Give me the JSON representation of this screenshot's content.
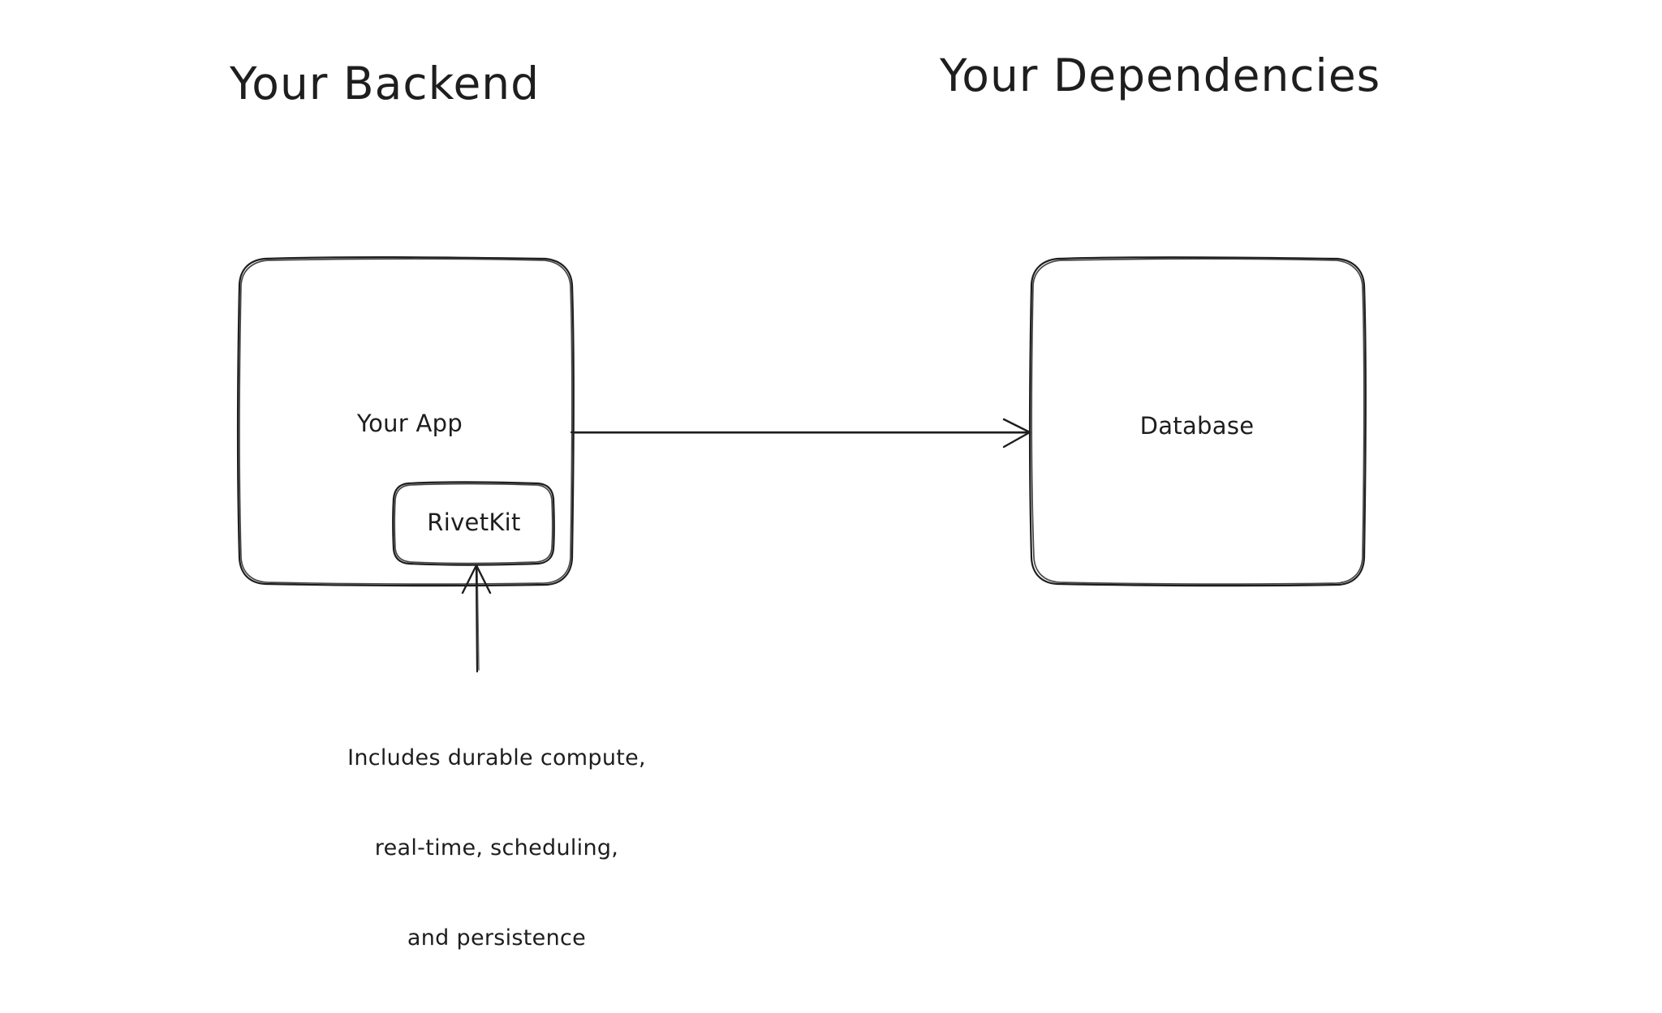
{
  "diagram": {
    "type": "architecture-flow",
    "background_color": "#ffffff",
    "stroke_color": "#1e1e1e",
    "text_color": "#1e1e1e",
    "style": "hand-drawn-sketch",
    "groups": [
      {
        "id": "backend",
        "title": "Your Backend"
      },
      {
        "id": "dependencies",
        "title": "Your Dependencies"
      }
    ],
    "nodes": [
      {
        "id": "your-app",
        "label": "Your App",
        "group": "backend"
      },
      {
        "id": "rivetkit",
        "label": "RivetKit",
        "group": "backend",
        "parent": "your-app"
      },
      {
        "id": "database",
        "label": "Database",
        "group": "dependencies"
      }
    ],
    "edges": [
      {
        "id": "app-to-db",
        "from": "your-app",
        "to": "database",
        "direction": "right"
      },
      {
        "id": "note-to-rivetkit",
        "from": "note",
        "to": "rivetkit",
        "direction": "up"
      }
    ],
    "annotations": [
      {
        "id": "note",
        "target": "rivetkit",
        "text": "Includes durable compute,\nreal-time, scheduling,\nand persistence",
        "lines": [
          "Includes durable compute,",
          "real-time, scheduling,",
          "and persistence"
        ]
      }
    ]
  },
  "titles": {
    "backend": "Your Backend",
    "dependencies": "Your Dependencies"
  },
  "labels": {
    "your_app": "Your App",
    "rivetkit": "RivetKit",
    "database": "Database"
  },
  "caption": {
    "full_text": "Includes durable compute, real-time, scheduling, and persistence",
    "line1": "Includes durable compute,",
    "line2": "real-time, scheduling,",
    "line3": "and persistence"
  },
  "colors": {
    "background": "#ffffff",
    "stroke": "#1e1e1e",
    "text": "#1e1e1e"
  },
  "icons": {
    "arrow_right": "arrow-right-icon",
    "arrow_up": "arrow-up-icon"
  }
}
